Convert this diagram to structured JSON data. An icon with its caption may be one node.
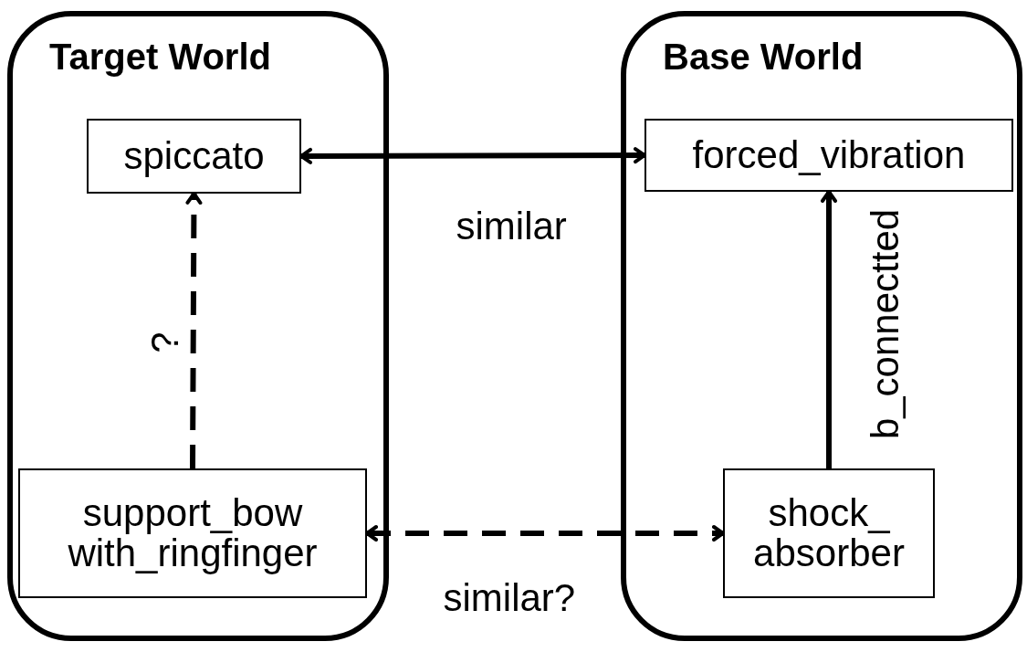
{
  "diagram": {
    "nodes": [
      {
        "text": [
          "Target World"
        ]
      },
      {
        "text": [
          "Base World"
        ]
      },
      {
        "text": [
          "spiccato"
        ],
        "in": 0
      },
      {
        "text": [
          "forced_vibration"
        ],
        "in": 1
      },
      {
        "text": [
          "support_bow with_ringfinger"
        ],
        "in": 0
      },
      {
        "text": [
          "shock_ absorber"
        ],
        "in": 1
      }
    ],
    "edges": [
      {
        "from": 2,
        "to": 3,
        "arrow": "both",
        "label": "similar"
      },
      {
        "from": 4,
        "to": 2,
        "arrow": "to",
        "label": "?",
        "style": "dashed"
      },
      {
        "from": 5,
        "to": 3,
        "arrow": "to",
        "label": "b_connectted"
      },
      {
        "from": 4,
        "to": 5,
        "arrow": "both",
        "label": "similar?",
        "style": "dashed"
      }
    ]
  }
}
